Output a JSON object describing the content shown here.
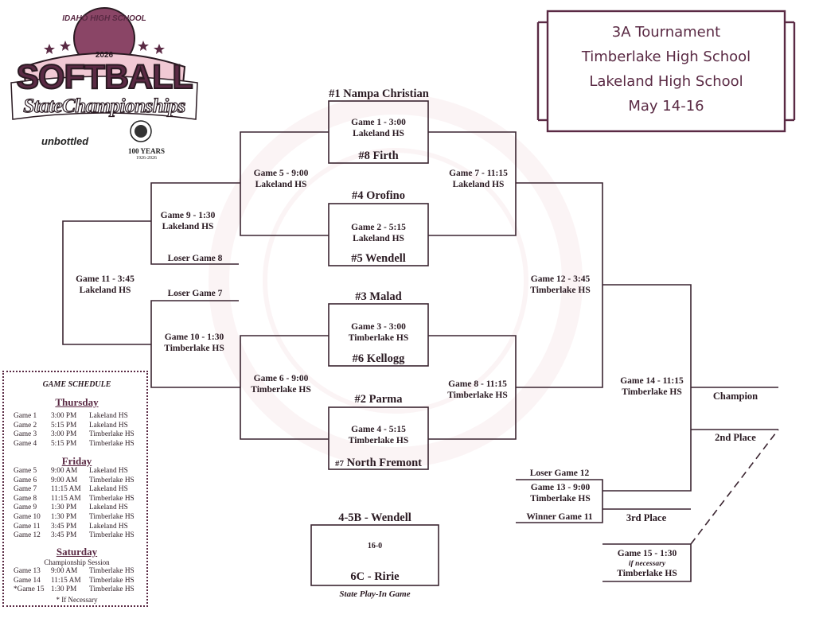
{
  "logo": {
    "idaho": "IDAHO HIGH SCHOOL",
    "year": "2026",
    "softball": "SOFTBALL",
    "championships": "StateChampionships",
    "sponsor": "unbottled",
    "anniversary": "100 YEARS",
    "anniversary_span": "1926-2026"
  },
  "info": {
    "line1": "3A Tournament",
    "line2": "Timberlake High School",
    "line3": "Lakeland High School",
    "line4": "May 14-16"
  },
  "teams": {
    "seed1": "#1 Nampa Christian",
    "seed8": "#8 Firth",
    "seed4": "#4 Orofino",
    "seed5": "#5 Wendell",
    "seed3": "#3 Malad",
    "seed6": "#6 Kellogg",
    "seed2": "#2 Parma",
    "seed7_num": "#7",
    "seed7_name": "North Fremont"
  },
  "games": {
    "g1": {
      "title": "Game 1 - 3:00",
      "site": "Lakeland HS"
    },
    "g2": {
      "title": "Game 2 - 5:15",
      "site": "Lakeland HS"
    },
    "g3": {
      "title": "Game 3 - 3:00",
      "site": "Timberlake HS"
    },
    "g4": {
      "title": "Game 4 - 5:15",
      "site": "Timberlake HS"
    },
    "g5": {
      "title": "Game 5 - 9:00",
      "site": "Lakeland HS"
    },
    "g6": {
      "title": "Game 6 - 9:00",
      "site": "Timberlake HS"
    },
    "g7": {
      "title": "Game 7 - 11:15",
      "site": "Lakeland HS"
    },
    "g8": {
      "title": "Game 8 - 11:15",
      "site": "Timberlake HS"
    },
    "g9": {
      "title": "Game 9 - 1:30",
      "site": "Lakeland HS"
    },
    "g10": {
      "title": "Game 10 - 1:30",
      "site": "Timberlake HS"
    },
    "g11": {
      "title": "Game 11 - 3:45",
      "site": "Lakeland HS"
    },
    "g12": {
      "title": "Game 12 - 3:45",
      "site": "Timberlake HS"
    },
    "g13": {
      "title": "Game 13 - 9:00",
      "site": "Timberlake HS"
    },
    "g14": {
      "title": "Game 14 - 11:15",
      "site": "Timberlake HS"
    },
    "g15": {
      "title": "Game 15 - 1:30",
      "note": "if necessary",
      "site": "Timberlake HS"
    }
  },
  "labels": {
    "loser_g8": "Loser Game 8",
    "loser_g7": "Loser Game 7",
    "loser_g12": "Loser Game 12",
    "winner_g11": "Winner Game 11",
    "champion": "Champion",
    "second": "2nd Place",
    "third": "3rd Place"
  },
  "playin": {
    "top": "4-5B - Wendell",
    "score": "16-0",
    "bottom": "6C - Ririe",
    "caption": "State Play-In Game"
  },
  "schedule": {
    "title": "GAME SCHEDULE",
    "thursday": "Thursday",
    "friday": "Friday",
    "saturday": "Saturday",
    "saturday_sub": "Championship Session",
    "footnote": "* If Necessary",
    "thursday_rows": [
      [
        "Game 1",
        "3:00 PM",
        "Lakeland HS"
      ],
      [
        "Game 2",
        "5:15 PM",
        "Lakeland HS"
      ],
      [
        "Game 3",
        "3:00 PM",
        "Timberlake HS"
      ],
      [
        "Game 4",
        "5:15 PM",
        "Timberlake HS"
      ]
    ],
    "friday_rows": [
      [
        "Game 5",
        "9:00 AM",
        "Lakeland HS"
      ],
      [
        "Game 6",
        "9:00 AM",
        "Timberlake HS"
      ],
      [
        "Game 7",
        "11:15 AM",
        "Lakeland HS"
      ],
      [
        "Game 8",
        "11:15 AM",
        "Timberlake HS"
      ],
      [
        "Game 9",
        "1:30 PM",
        "Lakeland HS"
      ],
      [
        "Game 10",
        "1:30 PM",
        "Timberlake HS"
      ],
      [
        "Game 11",
        "3:45 PM",
        "Lakeland HS"
      ],
      [
        "Game 12",
        "3:45 PM",
        "Timberlake HS"
      ]
    ],
    "saturday_rows": [
      [
        "Game 13",
        "9:00 AM",
        "Timberlake HS"
      ],
      [
        "Game 14",
        "11:15 AM",
        "Timberlake HS"
      ],
      [
        "*Game 15",
        "1:30 PM",
        "Timberlake HS"
      ]
    ]
  },
  "colors": {
    "line": "#3a2430",
    "accent": "#5a2a44"
  }
}
